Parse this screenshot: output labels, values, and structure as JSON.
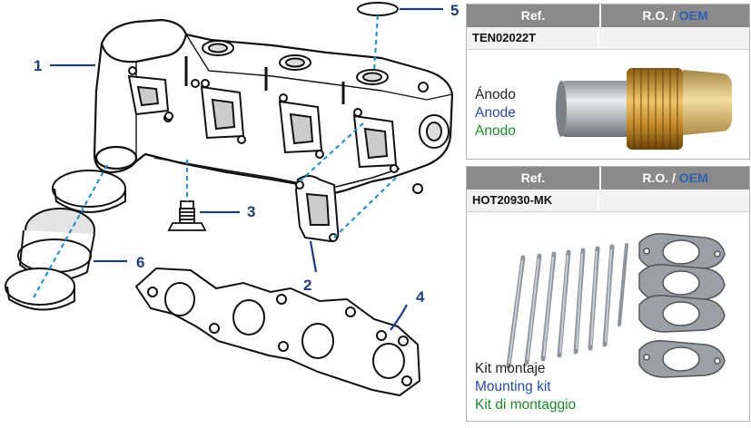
{
  "diagram": {
    "callouts": [
      "1",
      "2",
      "3",
      "4",
      "5",
      "6"
    ]
  },
  "colors": {
    "callout": "#1f3d7a",
    "leader_dash": "#2a8fc4",
    "header_bg": "#8a8a8a",
    "oem": "#2e5fb0",
    "english": "#2a4a9e",
    "italian": "#1c8a2a"
  },
  "products": [
    {
      "header_ref": "Ref.",
      "header_ro": "R.O. /",
      "header_oem": "OEM",
      "code": "TEN02022T",
      "oem_value": "",
      "image": "zinc-anode",
      "desc_es": "Ánodo",
      "desc_en": "Anode",
      "desc_it": "Anodo"
    },
    {
      "header_ref": "Ref.",
      "header_ro": "R.O. /",
      "header_oem": "OEM",
      "code": "HOT20930-MK",
      "oem_value": "",
      "image": "bolts-and-gaskets",
      "desc_es": "Kit montaje",
      "desc_en": "Mounting kit",
      "desc_it": "Kit di montaggio"
    }
  ]
}
